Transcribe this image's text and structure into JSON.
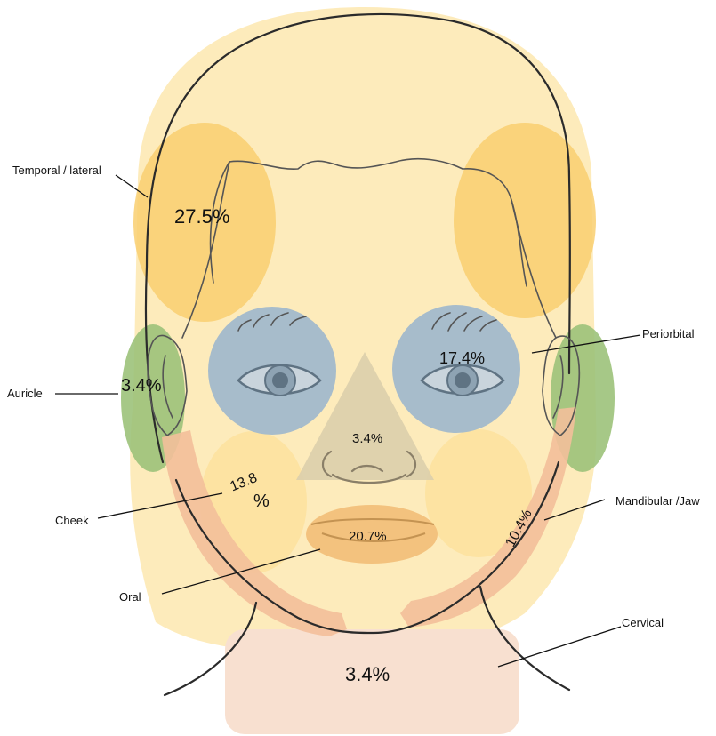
{
  "regions": {
    "temporal": {
      "label": "Temporal / lateral",
      "percent": "27.5%"
    },
    "periorbital": {
      "label": "Periorbital",
      "percent": "17.4%"
    },
    "auricle": {
      "label": "Auricle",
      "percent": "3.4%"
    },
    "nasal": {
      "percent": "3.4%"
    },
    "cheek": {
      "label": "Cheek",
      "percent_line1": "13.8",
      "percent_line2": "%"
    },
    "mandibular": {
      "label": "Mandibular /Jaw",
      "percent": "10.4%"
    },
    "oral": {
      "label": "Oral",
      "percent": "20.7%"
    },
    "cervical": {
      "label": "Cervical",
      "percent": "3.4%"
    }
  },
  "colors": {
    "face": "#fde9b4",
    "temporal": "#f9cf70",
    "periorbital": "#a7bccb",
    "auricle": "#9cc27a",
    "nasal": "#dccfab",
    "cheek": "#fde3a0",
    "mandibular": "#f3bf9a",
    "oral": "#f3c27e",
    "cervical": "#f8e0d0"
  }
}
